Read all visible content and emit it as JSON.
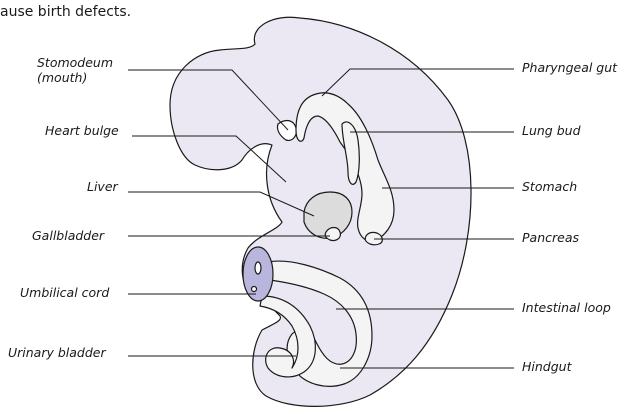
{
  "caption_fragment": "ause birth defects.",
  "colors": {
    "embryo_fill": "#ebe8f3",
    "gut_fill": "#f4f4f4",
    "liver_fill": "#dcdcdc",
    "cord_fill": "#b8b6dc",
    "outline": "#1a1a1a"
  },
  "labels": {
    "left": {
      "stomodeum": [
        "Stomodeum",
        "(mouth)"
      ],
      "heart_bulge": "Heart bulge",
      "liver": "Liver",
      "gallbladder": "Gallbladder",
      "umbilical_cord": "Umbilical cord",
      "urinary_bladder": "Urinary bladder"
    },
    "right": {
      "pharyngeal_gut": "Pharyngeal gut",
      "lung_bud": "Lung bud",
      "stomach": "Stomach",
      "pancreas": "Pancreas",
      "intestinal_loop": "Intestinal loop",
      "hindgut": "Hindgut"
    }
  }
}
